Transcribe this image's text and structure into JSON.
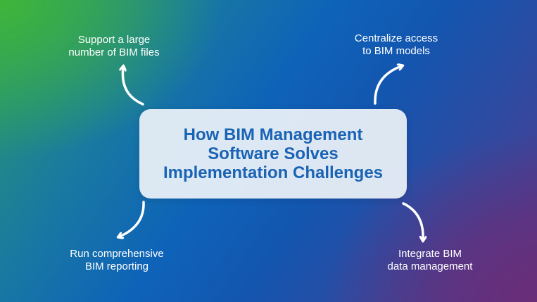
{
  "center": {
    "title_lines": [
      "How BIM Management",
      "Software Solves",
      "Implementation Challenges"
    ]
  },
  "labels": {
    "top_left": [
      "Support a large",
      "number of BIM files"
    ],
    "top_right": [
      "Centralize access",
      "to BIM models"
    ],
    "bottom_left": [
      "Run comprehensive",
      "BIM reporting"
    ],
    "bottom_right": [
      "Integrate BIM",
      "data management"
    ]
  },
  "colors": {
    "title_blue": "#1a63b5",
    "box_fill": "#ecf2f8",
    "label_white": "#ffffff",
    "arrow_white": "#ffffff"
  }
}
